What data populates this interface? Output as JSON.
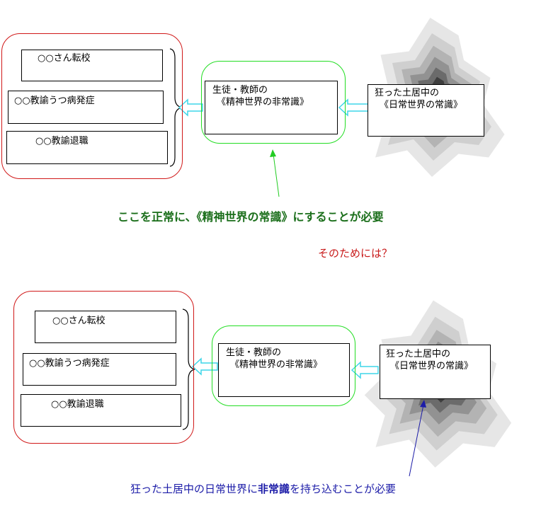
{
  "top": {
    "list": [
      "○○さん転校",
      "○○教諭うつ病発症",
      "○○教諭退職"
    ],
    "middle": [
      "生徒・教師の",
      "《精神世界の非常識》"
    ],
    "right": [
      "狂った土居中の",
      "《日常世界の常識》"
    ],
    "caption": "ここを正常に、《精神世界の常識》にすることが必要"
  },
  "question": "そのためには？",
  "bottom": {
    "list": [
      "○○さん転校",
      "○○教諭うつ病発症",
      "○○教諭退職"
    ],
    "middle": [
      "生徒・教師の",
      "《精神世界の非常識》"
    ],
    "right": [
      "狂った土居中の",
      "《日常世界の常識》"
    ],
    "caption_parts": [
      "狂った土居中の日常世界に",
      "非常識",
      "を持ち込むことが必要"
    ]
  },
  "colors": {
    "red_outline": "#d01818",
    "green_outline": "#22dd22",
    "caption_green": "#1a6e1a",
    "question_red": "#c81a1a",
    "caption_blue": "#1c1ca8",
    "arrow_cyan": "#3fd6e8",
    "blob_shades": [
      "#e6e6e6",
      "#cfcfcf",
      "#b3b3b3",
      "#929292",
      "#6b6b6b",
      "#3e3e3e"
    ]
  }
}
